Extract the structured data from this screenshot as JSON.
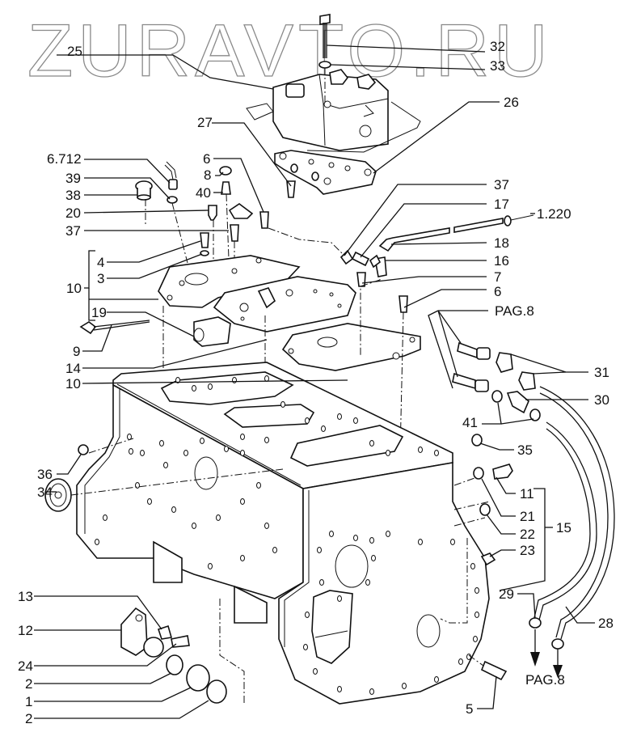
{
  "diagram": {
    "type": "exploded-parts-diagram",
    "watermark": "ZURAVTO.RU",
    "colors": {
      "line": "#111111",
      "background": "#ffffff",
      "watermark": "#8a8a8a"
    },
    "callouts": [
      {
        "id": "c25",
        "label": "25"
      },
      {
        "id": "c32",
        "label": "32"
      },
      {
        "id": "c33",
        "label": "33"
      },
      {
        "id": "c26",
        "label": "26"
      },
      {
        "id": "c27",
        "label": "27"
      },
      {
        "id": "c6712",
        "label": "6.712"
      },
      {
        "id": "c39",
        "label": "39"
      },
      {
        "id": "c38",
        "label": "38"
      },
      {
        "id": "c20",
        "label": "20"
      },
      {
        "id": "c37a",
        "label": "37"
      },
      {
        "id": "c6a",
        "label": "6"
      },
      {
        "id": "c8",
        "label": "8"
      },
      {
        "id": "c40",
        "label": "40"
      },
      {
        "id": "c4",
        "label": "4"
      },
      {
        "id": "c3",
        "label": "3"
      },
      {
        "id": "c10a",
        "label": "10"
      },
      {
        "id": "c19",
        "label": "19"
      },
      {
        "id": "c9",
        "label": "9"
      },
      {
        "id": "c14",
        "label": "14"
      },
      {
        "id": "c10b",
        "label": "10"
      },
      {
        "id": "c37b",
        "label": "37"
      },
      {
        "id": "c17",
        "label": "17"
      },
      {
        "id": "c1220",
        "label": "1.220"
      },
      {
        "id": "c18",
        "label": "18"
      },
      {
        "id": "c16",
        "label": "16"
      },
      {
        "id": "c7",
        "label": "7"
      },
      {
        "id": "c6b",
        "label": "6"
      },
      {
        "id": "cpag8a",
        "label": "PAG.8"
      },
      {
        "id": "c31",
        "label": "31"
      },
      {
        "id": "c30",
        "label": "30"
      },
      {
        "id": "c41",
        "label": "41"
      },
      {
        "id": "c35",
        "label": "35"
      },
      {
        "id": "c36",
        "label": "36"
      },
      {
        "id": "c34",
        "label": "34"
      },
      {
        "id": "c11",
        "label": "11"
      },
      {
        "id": "c21",
        "label": "21"
      },
      {
        "id": "c15",
        "label": "15"
      },
      {
        "id": "c22",
        "label": "22"
      },
      {
        "id": "c23",
        "label": "23"
      },
      {
        "id": "c13",
        "label": "13"
      },
      {
        "id": "c12",
        "label": "12"
      },
      {
        "id": "c24",
        "label": "24"
      },
      {
        "id": "c2a",
        "label": "2"
      },
      {
        "id": "c1",
        "label": "1"
      },
      {
        "id": "c2b",
        "label": "2"
      },
      {
        "id": "c29",
        "label": "29"
      },
      {
        "id": "c28",
        "label": "28"
      },
      {
        "id": "cpag8b",
        "label": "PAG.8"
      },
      {
        "id": "c5",
        "label": "5"
      }
    ]
  }
}
